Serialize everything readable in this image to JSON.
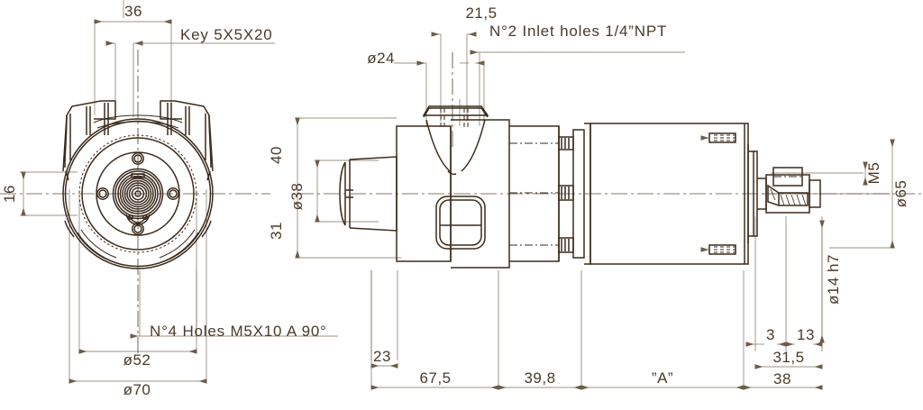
{
  "drawing": {
    "title": "Hydraulic gear pump motor assembly - dimensioned engineering drawing",
    "line_color": "#3b2b1c",
    "dim_color": "#6b5c4a",
    "center_color": "#7a6a58",
    "background": "#ffffff"
  },
  "front_view": {
    "name": "front-view",
    "dimensions": {
      "key_width_36": "36",
      "key_note": "Key  5X5X20",
      "offset_16": "16",
      "bolt_circle_52": "ø52",
      "outer_70": "ø70",
      "holes_note": "N°4  Holes  M5X10  A  90°"
    }
  },
  "side_view": {
    "name": "side-section-view",
    "dimensions": {
      "inlet_21_5": "21,5",
      "inlet_note": "N°2  Inlet holes  1/4”NPT",
      "port_24": "ø24",
      "height_40": "40",
      "bore_38": "ø38",
      "height_31": "31",
      "len_23": "23",
      "len_67_5": "67,5",
      "len_39_8": "39,8",
      "len_A": "”A”",
      "len_3": "3",
      "len_13": "13",
      "len_31_5": "31,5",
      "len_38": "38",
      "thread_m5": "M5",
      "flange_65": "ø65",
      "shaft_14h7": "ø14 h7"
    }
  }
}
